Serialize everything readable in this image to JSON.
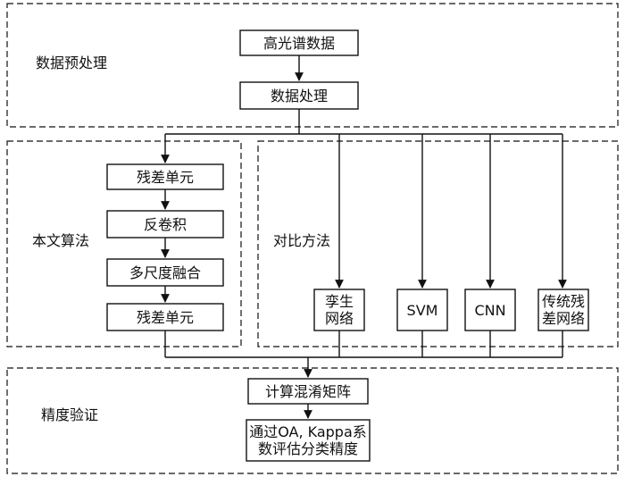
{
  "sections": {
    "preprocess": "数据预处理",
    "proposed": "本文算法",
    "comparison": "对比方法",
    "validation": "精度验证"
  },
  "steps": {
    "hyperspectral_data": "高光谱数据",
    "data_processing": "数据处理",
    "residual_unit_1": "残差单元",
    "deconvolution": "反卷积",
    "multiscale_fusion": "多尺度融合",
    "residual_unit_2": "残差单元",
    "confusion_matrix": "计算混淆矩阵",
    "evaluation": [
      "通过OA, Kappa系",
      "数评估分类精度"
    ]
  },
  "methods": {
    "siamese": [
      "孪生",
      "网络"
    ],
    "svm": "SVM",
    "cnn": "CNN",
    "traditional_residual": [
      "传统残",
      "差网络"
    ]
  }
}
